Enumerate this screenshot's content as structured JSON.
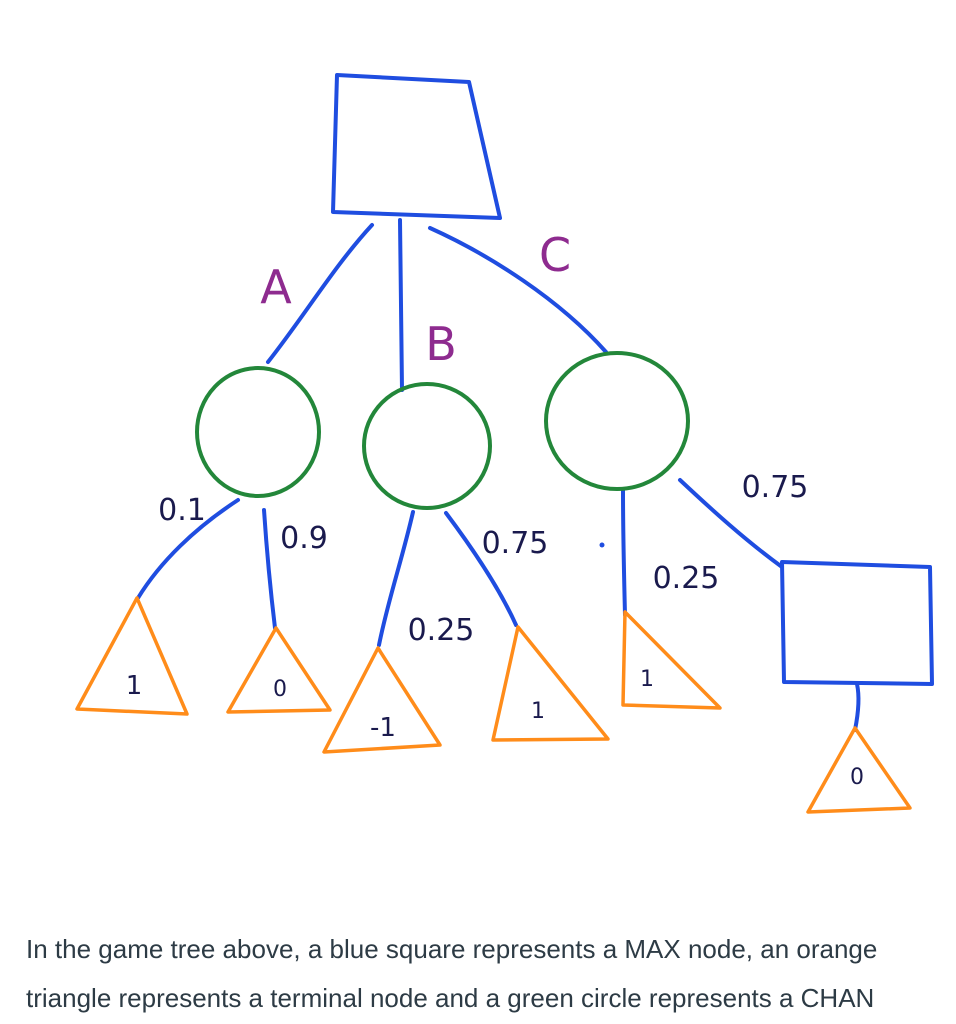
{
  "colors": {
    "max": "#1f4de0",
    "chance": "#23873a",
    "terminal": "#ff8c1a",
    "action_label": "#8e2b8f",
    "prob_label": "#1a1a4d",
    "text": "#2d3b45"
  },
  "tree": {
    "actions": [
      "A",
      "B",
      "C"
    ],
    "probabilities": [
      "0.1",
      "0.9",
      "0.75",
      "0.25",
      "0.25",
      "0.75"
    ],
    "terminal_values": [
      "1",
      "0",
      "-1",
      "1",
      "1",
      "0"
    ]
  },
  "caption": {
    "line1": "In the game tree above, a blue square represents a MAX node, an orange",
    "line2": "triangle represents a terminal node and a green circle represents a CHAN"
  }
}
